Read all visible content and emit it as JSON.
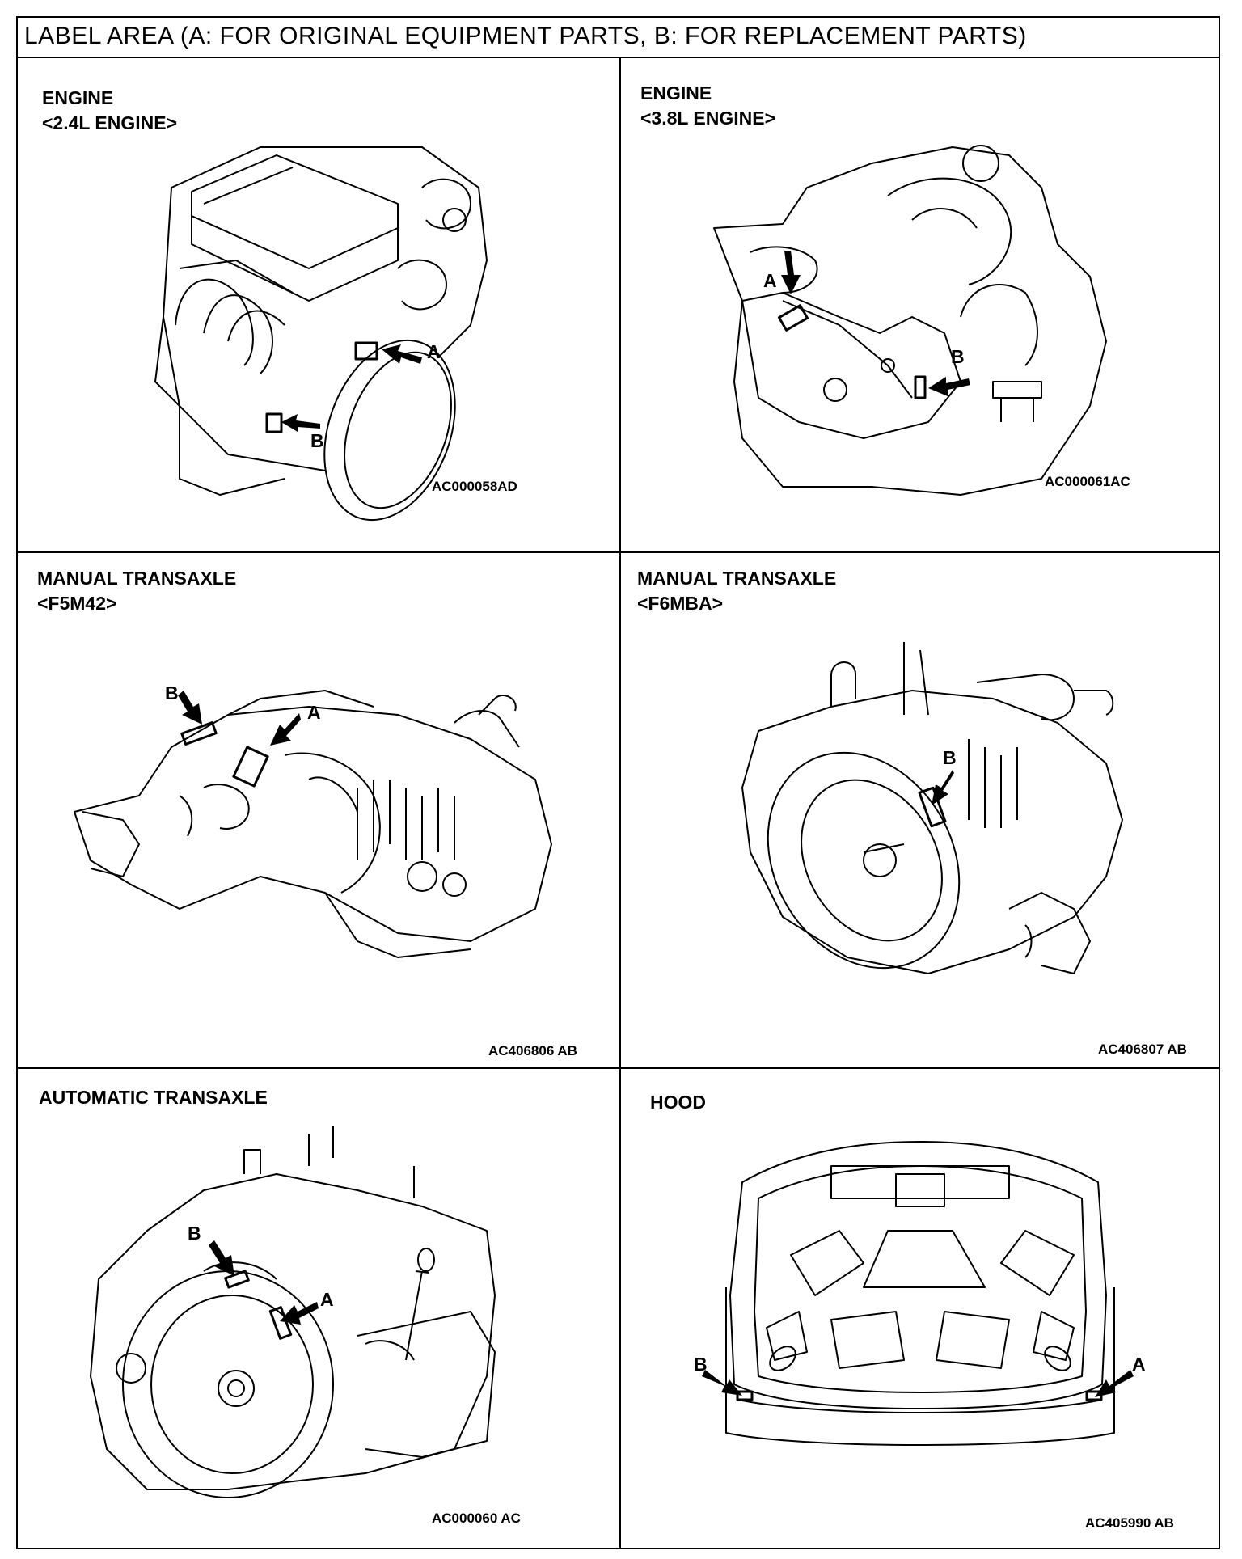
{
  "title": "LABEL AREA (A: FOR ORIGINAL EQUIPMENT PARTS, B: FOR REPLACEMENT PARTS)",
  "panels": [
    {
      "heading": "ENGINE",
      "subheading": "<2.4L ENGINE>",
      "code": "AC000058AD",
      "label_a": "A",
      "label_b": "B"
    },
    {
      "heading": "ENGINE",
      "subheading": "<3.8L ENGINE>",
      "code": "AC000061AC",
      "label_a": "A",
      "label_b": "B"
    },
    {
      "heading": "MANUAL TRANSAXLE",
      "subheading": "<F5M42>",
      "code": "AC406806 AB",
      "label_a": "A",
      "label_b": "B"
    },
    {
      "heading": "MANUAL TRANSAXLE",
      "subheading": "<F6MBA>",
      "code": "AC406807 AB",
      "label_b": "B"
    },
    {
      "heading": "AUTOMATIC TRANSAXLE",
      "code": "AC000060 AC",
      "label_a": "A",
      "label_b": "B"
    },
    {
      "heading": "HOOD",
      "code": "AC405990 AB",
      "label_a": "A",
      "label_b": "B"
    }
  ]
}
